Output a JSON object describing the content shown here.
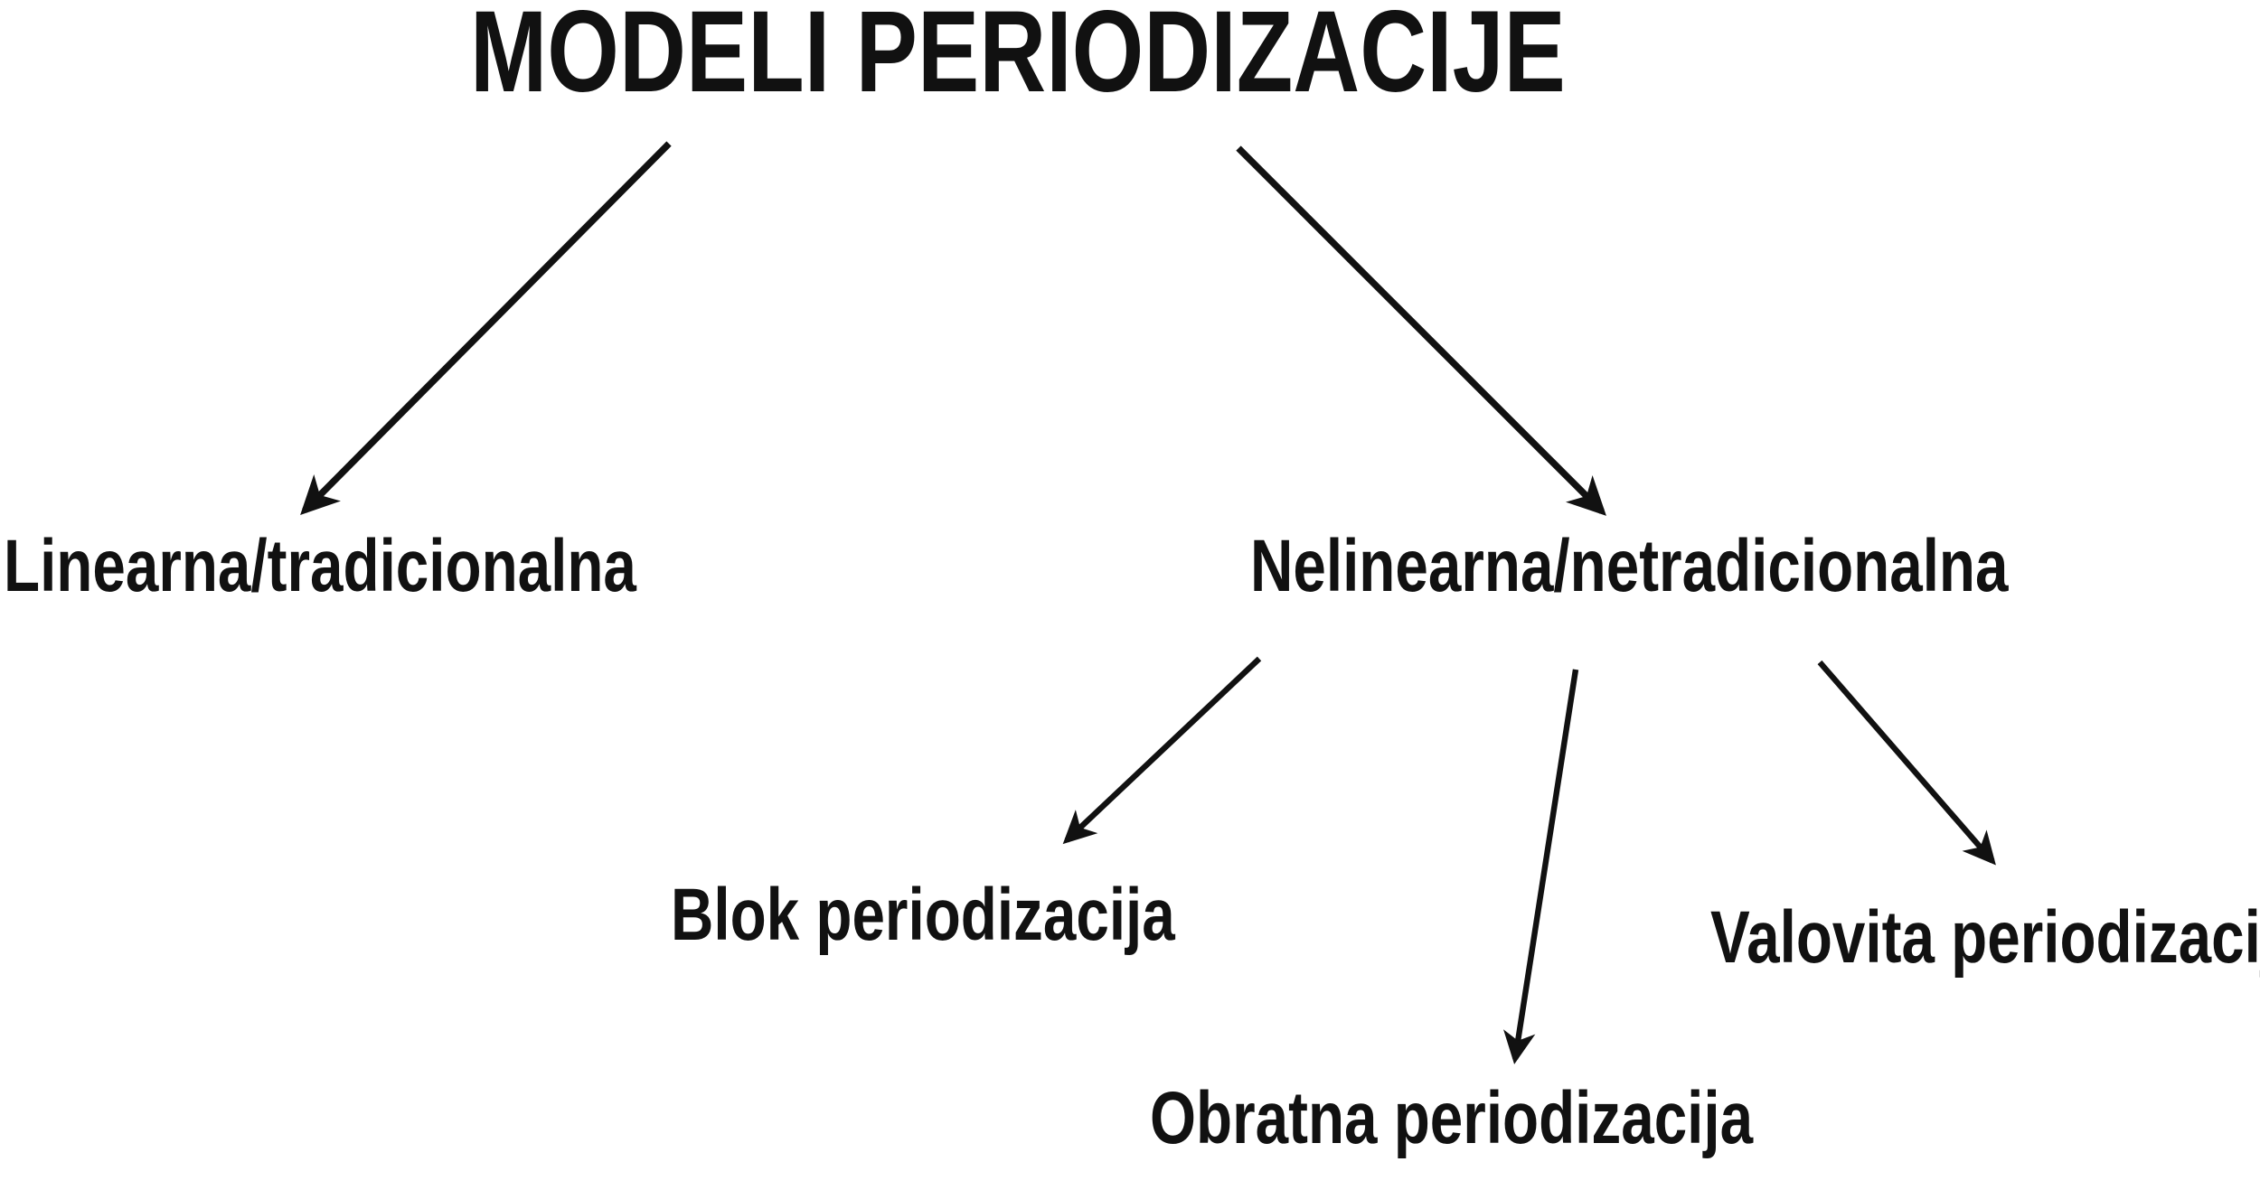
{
  "diagram": {
    "type": "hierarchy-tree",
    "background_color": "#ffffff",
    "line_color": "#111111",
    "title": "MODELI PERIODIZACIJE",
    "nodes": [
      {
        "id": "root",
        "label": "MODELI PERIODIZACIJE",
        "level": 0
      },
      {
        "id": "linear",
        "label": "Linearna/tradicionalna",
        "level": 1
      },
      {
        "id": "nonlinear",
        "label": "Nelinearna/netradicionalna",
        "level": 1
      },
      {
        "id": "block",
        "label": "Blok periodizacija",
        "level": 2
      },
      {
        "id": "reverse",
        "label": "Obratna periodizacija",
        "level": 2
      },
      {
        "id": "undulating",
        "label": "Valovita periodizacija",
        "level": 2
      }
    ],
    "edges": [
      {
        "from": "root",
        "to": "linear",
        "arrow": "down-left"
      },
      {
        "from": "root",
        "to": "nonlinear",
        "arrow": "down-right"
      },
      {
        "from": "nonlinear",
        "to": "block",
        "arrow": "down-left"
      },
      {
        "from": "nonlinear",
        "to": "reverse",
        "arrow": "down"
      },
      {
        "from": "nonlinear",
        "to": "undulating",
        "arrow": "down-right"
      }
    ]
  }
}
